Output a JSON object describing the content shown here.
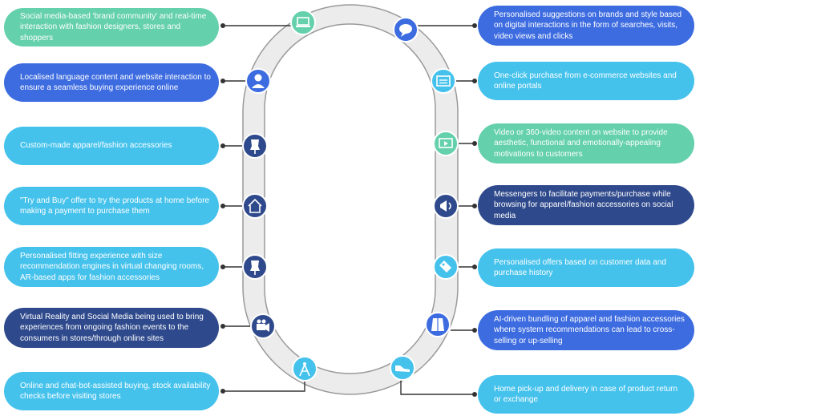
{
  "left_items": [
    {
      "text": "Social media-based 'brand community' and real-time interaction with fashion designers, stores and shoppers",
      "color": "#64d0ac",
      "icon": "laptop-icon"
    },
    {
      "text": "Localised language content and website interaction to ensure a seamless buying experience online",
      "color": "#3d6ce0",
      "icon": "person-icon"
    },
    {
      "text": "Custom-made apparel/fashion accessories",
      "color": "#45c2ec",
      "icon": "dress-form-icon"
    },
    {
      "text": "\"Try and Buy\" offer to try the products at home before making a payment to purchase them",
      "color": "#45c2ec",
      "icon": "home-tag-icon"
    },
    {
      "text": "Personalised fitting experience with size recommendation engines in virtual changing rooms, AR-based apps for fashion accessories",
      "color": "#45c2ec",
      "icon": "mannequin-icon"
    },
    {
      "text": "Virtual Reality and Social Media being used to bring experiences from ongoing fashion events to the consumers in stores/through online sites",
      "color": "#2f4a8c",
      "icon": "video-camera-icon"
    },
    {
      "text": "Online and chat-bot-assisted buying, stock availability checks before visiting stores",
      "color": "#45c2ec",
      "icon": "signal-tower-icon"
    }
  ],
  "right_items": [
    {
      "text": "Personalised suggestions on brands and style based on digital interactions in the form of searches, visits, video views and clicks",
      "color": "#3d6ce0",
      "icon": "chat-bubble-icon"
    },
    {
      "text": "One-click purchase from e-commerce websites and online portals",
      "color": "#45c2ec",
      "icon": "web-page-icon"
    },
    {
      "text": "Video or 360-video content on website to provide aesthetic, functional and emotionally-appealing motivations to customers",
      "color": "#64d0ac",
      "icon": "video-screen-icon"
    },
    {
      "text": "Messengers to facilitate payments/purchase while browsing for apparel/fashion accessories on social media",
      "color": "#2f4a8c",
      "icon": "megaphone-icon"
    },
    {
      "text": "Personalised offers based on customer data and purchase history",
      "color": "#45c2ec",
      "icon": "price-tag-icon"
    },
    {
      "text": "AI-driven bundling of apparel and fashion accessories where system recommendations can lead to cross-selling or up-selling",
      "color": "#3d6ce0",
      "icon": "clothing-icon"
    },
    {
      "text": "Home pick-up and delivery in case of product return or exchange",
      "color": "#45c2ec",
      "icon": "shoe-icon"
    }
  ]
}
